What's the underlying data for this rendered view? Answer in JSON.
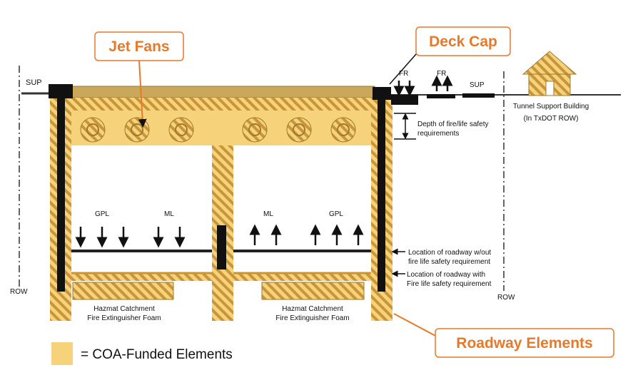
{
  "callouts": {
    "jet_fans": "Jet Fans",
    "deck_cap": "Deck Cap",
    "roadway_elements": "Roadway Elements"
  },
  "labels": {
    "sup_left": "SUP",
    "sup_right": "SUP",
    "fr_1": "FR",
    "fr_2": "FR",
    "tunnel_support_1": "Tunnel Support Building",
    "tunnel_support_2": "(In TxDOT ROW)",
    "depth_1": "Depth of fire/life safety",
    "depth_2": "requirements",
    "gpl_left": "GPL",
    "ml_left": "ML",
    "ml_right": "ML",
    "gpl_right": "GPL",
    "row_left": "ROW",
    "row_right": "ROW",
    "loc_without_1": "Location of roadway w/out",
    "loc_without_2": "fire life safety requirement",
    "loc_with_1": "Location of roadway with",
    "loc_with_2": "Fire life safety requirement",
    "hazmat_left_1": "Hazmat Catchment",
    "hazmat_left_2": "Fire Extinguisher Foam",
    "hazmat_right_1": "Hazmat Catchment",
    "hazmat_right_2": "Fire Extinguisher Foam"
  },
  "legend": {
    "text": "= COA-Funded Elements",
    "color": "#F6D27A"
  },
  "colors": {
    "accent": "#E7792B",
    "fill": "#F6D27A",
    "hatch": "#C8953A",
    "dark": "#111111"
  }
}
